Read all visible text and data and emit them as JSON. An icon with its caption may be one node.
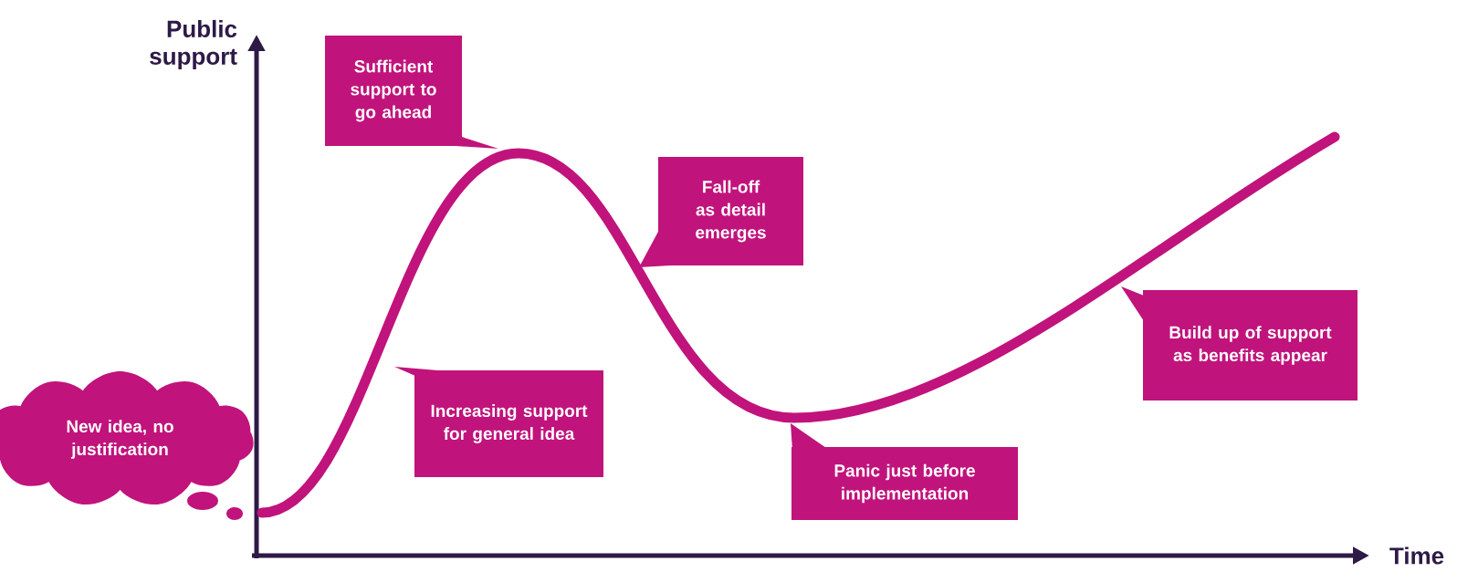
{
  "diagram": {
    "nodes": [
      {
        "text": [
          "Sufficient support to go ahead"
        ]
      },
      {
        "text": [
          "Fall-off as detail emerges"
        ]
      },
      {
        "text": [
          "Increasing support for general idea"
        ]
      },
      {
        "text": [
          "New idea, no justification"
        ]
      },
      {
        "text": [
          "Panic just before implementation"
        ]
      },
      {
        "text": [
          "Build up of support as benefits appear"
        ]
      }
    ],
    "labels": [
      "Public support",
      "Time"
    ]
  }
}
